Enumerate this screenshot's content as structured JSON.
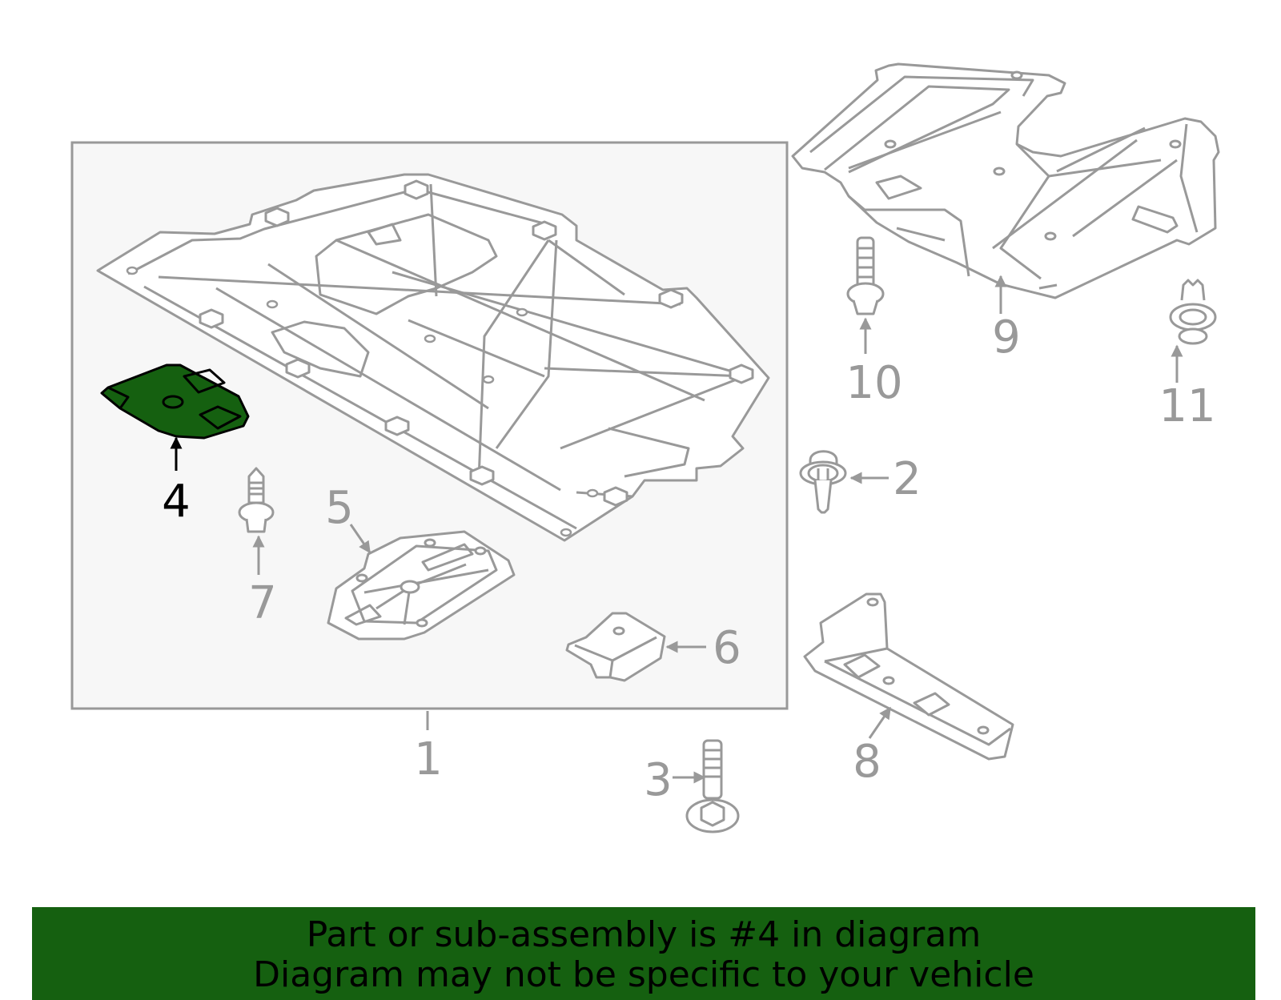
{
  "diagram": {
    "callouts": {
      "c1": "1",
      "c2": "2",
      "c3": "3",
      "c4": "4",
      "c5": "5",
      "c6": "6",
      "c7": "7",
      "c8": "8",
      "c9": "9",
      "c10": "10",
      "c11": "11"
    },
    "highlighted_part": "4",
    "highlight_color": "#156010",
    "line_color": "#999999"
  },
  "banner": {
    "line1": "Part or sub-assembly is #4 in diagram",
    "line2": "Diagram may not be specific to your vehicle"
  }
}
